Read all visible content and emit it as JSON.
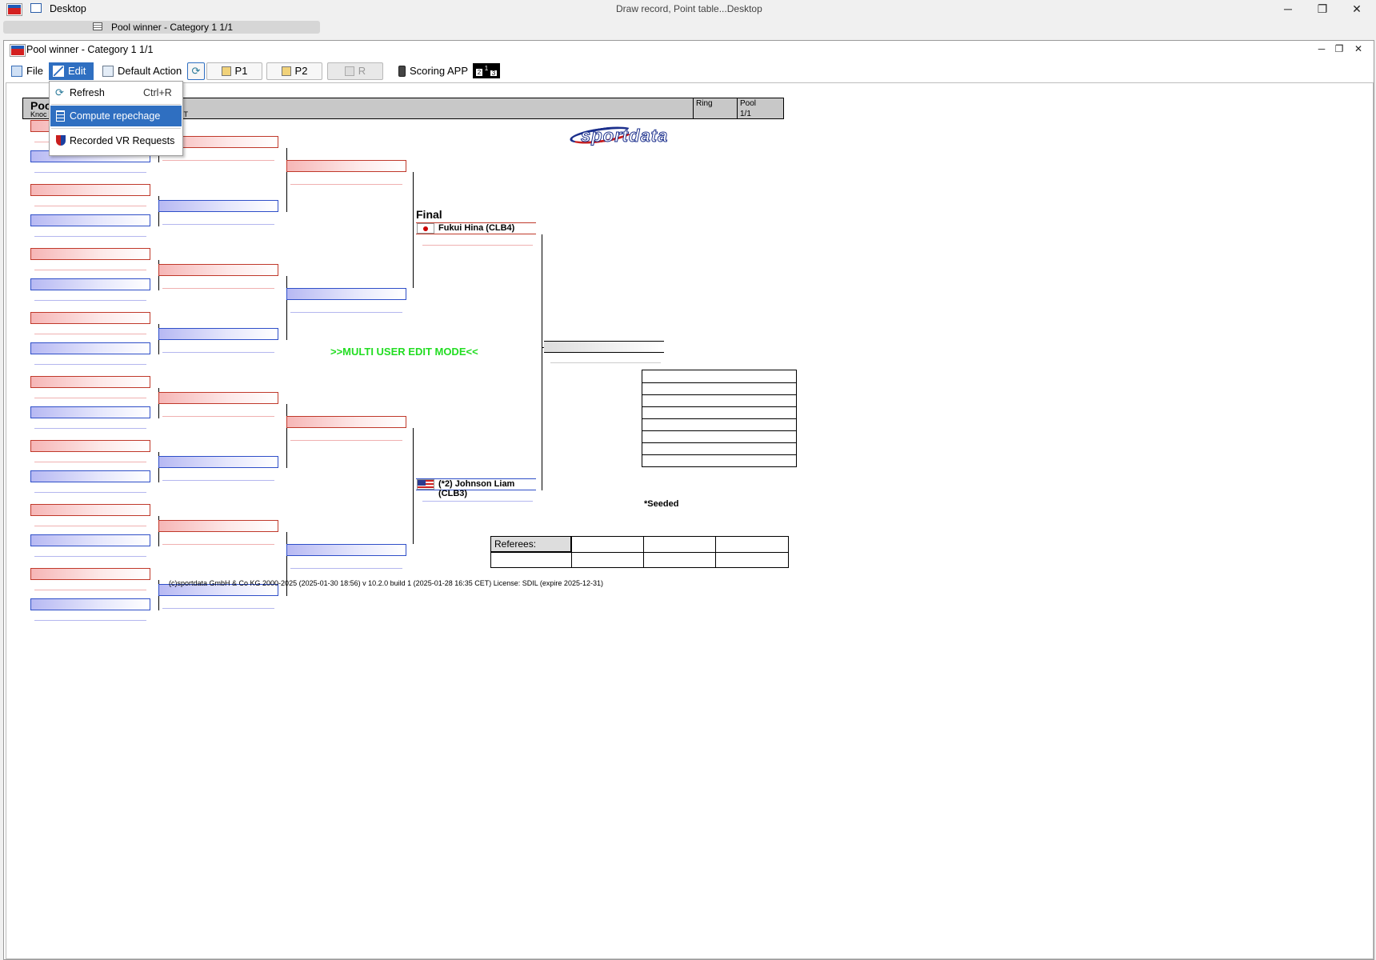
{
  "outer_window": {
    "left_title": "Desktop",
    "center_title": "Draw record, Point table...Desktop",
    "tab_label": "Pool winner - Category 1 1/1",
    "controls": {
      "minimize": "─",
      "maximize": "❐",
      "close": "✕"
    }
  },
  "inner_window": {
    "title": "Pool winner - Category 1 1/1",
    "controls": {
      "minimize": "─",
      "maximize": "❐",
      "close": "✕"
    }
  },
  "toolbar": {
    "file": "File",
    "edit": "Edit",
    "default_action": "Default Action",
    "p1": "P1",
    "p2": "P2",
    "r": "R",
    "scoring_app": "Scoring APP",
    "podium_numbers": [
      "2",
      "1",
      "3"
    ]
  },
  "edit_menu": {
    "items": [
      {
        "label": "Refresh",
        "shortcut": "Ctrl+R",
        "icon": "refresh-icon"
      },
      {
        "label": "Compute repechage",
        "shortcut": "",
        "icon": "list-icon",
        "highlighted": true
      },
      {
        "label": "Recorded VR Requests",
        "shortcut": "",
        "icon": "shield-icon"
      }
    ]
  },
  "sheet": {
    "header": {
      "title_partial": "Poo",
      "subtitle_partial": "Knoc",
      "text_after_menu": "IT",
      "ring_label": "Ring",
      "pool_label": "Pool",
      "pool_value": "1/1"
    },
    "logo_text": "sportdata",
    "final_label": "Final",
    "finalist_top": "Fukui Hina (CLB4)",
    "finalist_bottom": "(*2) Johnson Liam (CLB3)",
    "multi_user_mode": ">>MULTI USER EDIT MODE<<",
    "seeded_note": "*Seeded",
    "referees_label": "Referees:",
    "footer": "(c)sportdata GmbH & Co KG 2000-2025 (2025-01-30 18:56)  v 10.2.0 build 1 (2025-01-28 16:35 CET) License: SDIL (expire 2025-12-31)"
  },
  "colors": {
    "menu_highlight": "#2f6fc1",
    "red_slot": "#c0392b",
    "blue_slot": "#2f4fc8",
    "multi_user_text": "#22dd22"
  }
}
